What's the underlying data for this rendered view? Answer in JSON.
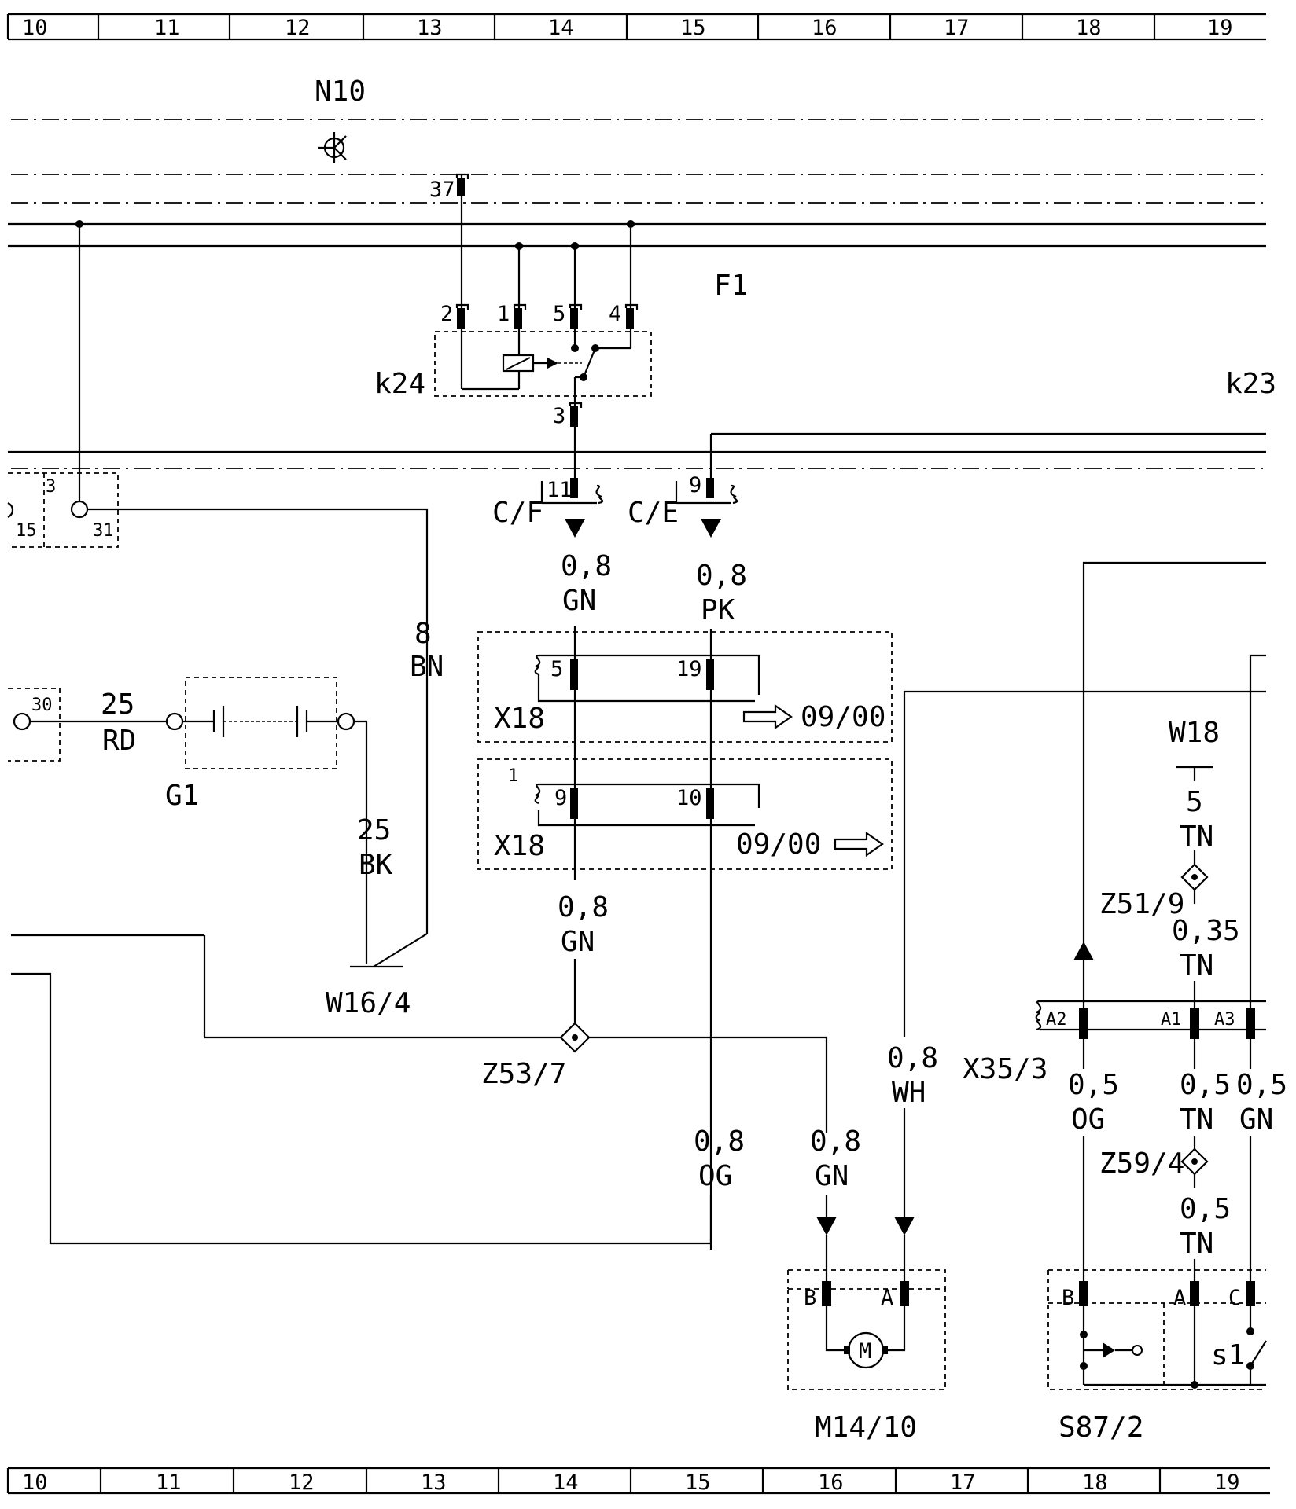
{
  "grid": {
    "columns_top": [
      "10",
      "11",
      "12",
      "13",
      "14",
      "15",
      "16",
      "17",
      "18",
      "19"
    ],
    "columns_bottom": [
      "10",
      "11",
      "12",
      "13",
      "14",
      "15",
      "16",
      "17",
      "18",
      "19"
    ]
  },
  "labels": {
    "n10": "N10",
    "f1": "F1",
    "k24": "k24",
    "k23": "k23",
    "x18_a": "X18",
    "x18_b": "X18",
    "ref_a": "09/00",
    "ref_b": "09/00",
    "g1": "G1",
    "w16_4": "W16/4",
    "z53_7": "Z53/7",
    "x35_3": "X35/3",
    "w18": "W18",
    "z51_9": "Z51/9",
    "z59_4": "Z59/4",
    "m14_10": "M14/10",
    "s87_2": "S87/2",
    "cf": "C/F",
    "ce": "C/E",
    "s1": "s1",
    "motor": "M"
  },
  "pins": {
    "p37": "37",
    "p2": "2",
    "p1": "1",
    "p5": "5",
    "p4": "4",
    "p3": "3",
    "p11": "11",
    "p9_ce": "9",
    "x18a_5": "5",
    "x18a_19": "19",
    "x18b_1": "1",
    "x18b_9": "9",
    "x18b_10": "10",
    "ign_3": "3",
    "ign_15": "15",
    "ign_31": "31",
    "ign_30": "30",
    "x35_a2": "A2",
    "x35_a1": "A1",
    "x35_a3": "A3",
    "m_b": "B",
    "m_a": "A",
    "s_b": "B",
    "s_a": "A",
    "s_c": "C"
  },
  "wires": {
    "gn_1": {
      "size": "0,8",
      "color": "GN"
    },
    "pk_1": {
      "size": "0,8",
      "color": "PK"
    },
    "gn_2": {
      "size": "0,8",
      "color": "GN"
    },
    "og_1": {
      "size": "0,8",
      "color": "OG"
    },
    "gn_3": {
      "size": "0,8",
      "color": "GN"
    },
    "wh_1": {
      "size": "0,8",
      "color": "WH"
    },
    "bn_1": {
      "size": "8",
      "color": "BN"
    },
    "rd_1": {
      "size": "25",
      "color": "RD"
    },
    "bk_1": {
      "size": "25",
      "color": "BK"
    },
    "tn_w18": {
      "size": "5",
      "color": "TN"
    },
    "tn_z51": {
      "size": "0,35",
      "color": "TN"
    },
    "og_2": {
      "size": "0,5",
      "color": "OG"
    },
    "tn_a1": {
      "size": "0,5",
      "color": "TN"
    },
    "gn_a3": {
      "size": "0,5",
      "color": "GN"
    },
    "tn_z59": {
      "size": "0,5",
      "color": "TN"
    }
  }
}
